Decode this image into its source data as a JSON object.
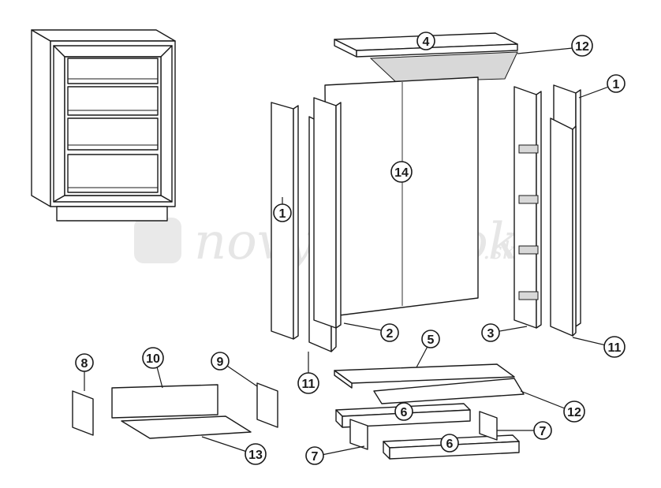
{
  "watermark": {
    "brand": "novynabytok",
    "domain": ".sk"
  },
  "callouts": {
    "c1_left": "1",
    "c1_right": "1",
    "c2": "2",
    "c3": "3",
    "c4": "4",
    "c5": "5",
    "c6_top": "6",
    "c6_bottom": "6",
    "c7_left": "7",
    "c7_right": "7",
    "c8": "8",
    "c9": "9",
    "c10": "10",
    "c11_left": "11",
    "c11_right": "11",
    "c12_top": "12",
    "c12_bottom": "12",
    "c13": "13",
    "c14": "14"
  }
}
